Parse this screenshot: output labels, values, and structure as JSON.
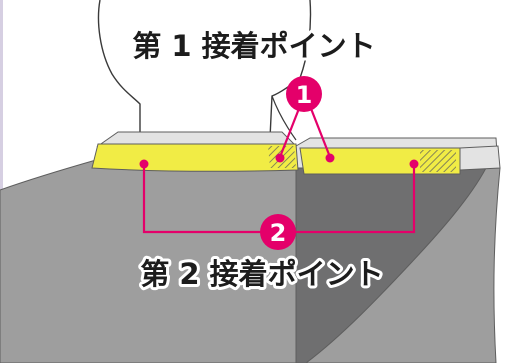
{
  "labels": {
    "point_1": "第 1 接着ポイント",
    "point_2": "第 2 接着ポイント"
  },
  "markers": {
    "marker_1": "1",
    "marker_2": "2"
  },
  "colors": {
    "background": "#ffffff",
    "frame_left": "#d6cfe2",
    "jacket_light": "#9e9e9e",
    "jacket_dark": "#6f6f70",
    "jacket_stroke": "#5e5e5e",
    "collar_band": "#e3e3e3",
    "adhesive_tape": "#f1ec45",
    "hatch": "#6b6b5a",
    "accent_magenta": "#e4006a",
    "label_text": "#1c1c1c",
    "mannequin_stroke": "#3a3a3a"
  }
}
